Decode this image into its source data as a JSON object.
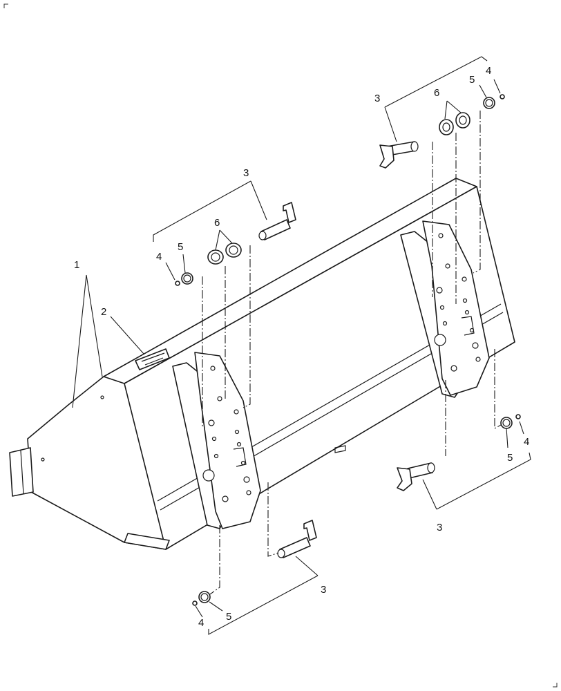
{
  "diagram": {
    "callouts": {
      "c1": "1",
      "c2": "2",
      "c3a": "3",
      "c3b": "3",
      "c3c": "3",
      "c3d": "3",
      "c4a": "4",
      "c4b": "4",
      "c4c": "4",
      "c4d": "4",
      "c5a": "5",
      "c5b": "5",
      "c5c": "5",
      "c5d": "5",
      "c6a": "6",
      "c6b": "6"
    },
    "colors": {
      "line": "#1a1a1a",
      "background": "#ffffff"
    }
  }
}
